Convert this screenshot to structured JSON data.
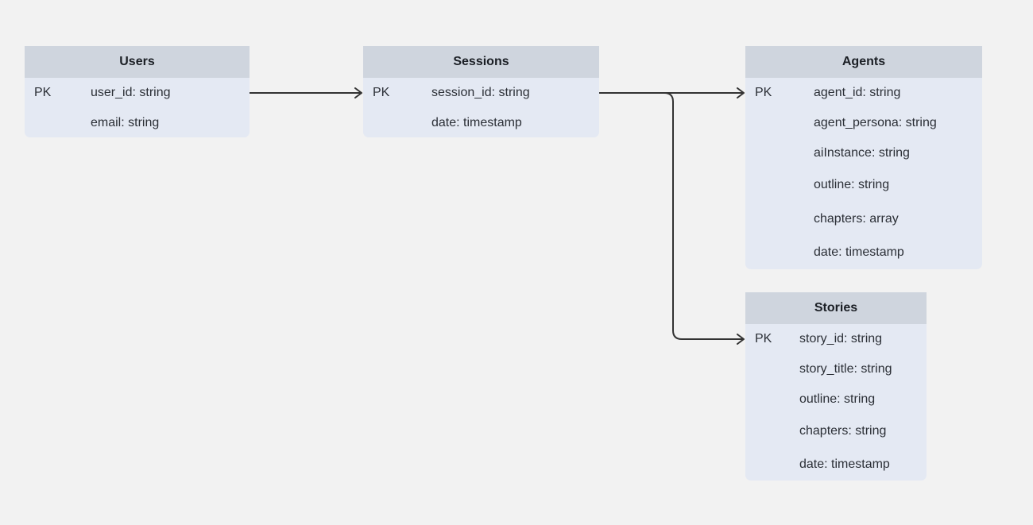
{
  "entities": {
    "users": {
      "title": "Users",
      "rows": [
        {
          "key": "PK",
          "field": "user_id: string"
        },
        {
          "key": "",
          "field": "email: string"
        }
      ]
    },
    "sessions": {
      "title": "Sessions",
      "rows": [
        {
          "key": "PK",
          "field": "session_id: string"
        },
        {
          "key": "",
          "field": "date: timestamp"
        }
      ]
    },
    "agents": {
      "title": "Agents",
      "rows": [
        {
          "key": "PK",
          "field": "agent_id: string"
        },
        {
          "key": "",
          "field": "agent_persona: string"
        },
        {
          "key": "",
          "field": "aiInstance: string"
        },
        {
          "key": "",
          "field": "outline: string"
        },
        {
          "key": "",
          "field": "chapters: array"
        },
        {
          "key": "",
          "field": "date: timestamp"
        }
      ]
    },
    "stories": {
      "title": "Stories",
      "rows": [
        {
          "key": "PK",
          "field": "story_id: string"
        },
        {
          "key": "",
          "field": "story_title: string"
        },
        {
          "key": "",
          "field": "outline: string"
        },
        {
          "key": "",
          "field": "chapters: string"
        },
        {
          "key": "",
          "field": "date: timestamp"
        }
      ]
    }
  },
  "colors": {
    "background": "#f2f2f2",
    "header": "#cfd5de",
    "body": "#e4e9f3",
    "connector": "#333333"
  }
}
